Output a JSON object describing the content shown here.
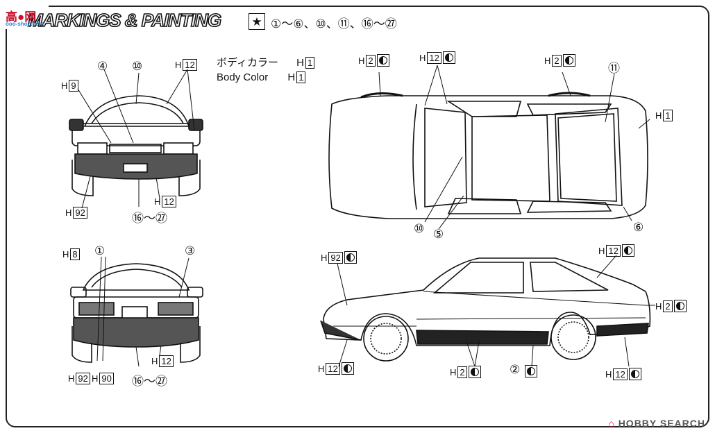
{
  "watermark": {
    "text": "高●网",
    "url": "ooo-shop.com"
  },
  "title": "MARKINGS & PAINTING",
  "parts_range": "①〜⑥、⑩、⑪、⑯〜㉗",
  "body_color": {
    "jp": "ボディカラー",
    "en": "Body Color",
    "code_jp": "1",
    "code_en": "1"
  },
  "callouts": {
    "front_h9": "9",
    "front_h12": "12",
    "front_h92": "92",
    "front_h12b": "12",
    "rear_h8": "8",
    "rear_h92": "92",
    "rear_h90": "90",
    "rear_h12": "12",
    "top_h2a": "2",
    "top_h12": "12",
    "top_h2b": "2",
    "top_h1": "1",
    "side_h92": "92",
    "side_h12a": "12",
    "side_h2a": "2",
    "side_h12b": "12",
    "side_h2b": "2",
    "side_h12c": "12"
  },
  "numbers": {
    "front_4": "④",
    "front_10": "⑩",
    "front_range": "⑯〜㉗",
    "rear_1": "①",
    "rear_3": "③",
    "rear_range": "⑯〜㉗",
    "top_11": "⑪",
    "top_10": "⑩",
    "top_5": "⑤",
    "top_6": "⑥",
    "side_2": "②"
  },
  "h_prefix": "H",
  "logo": "HOBBY SEARCH"
}
